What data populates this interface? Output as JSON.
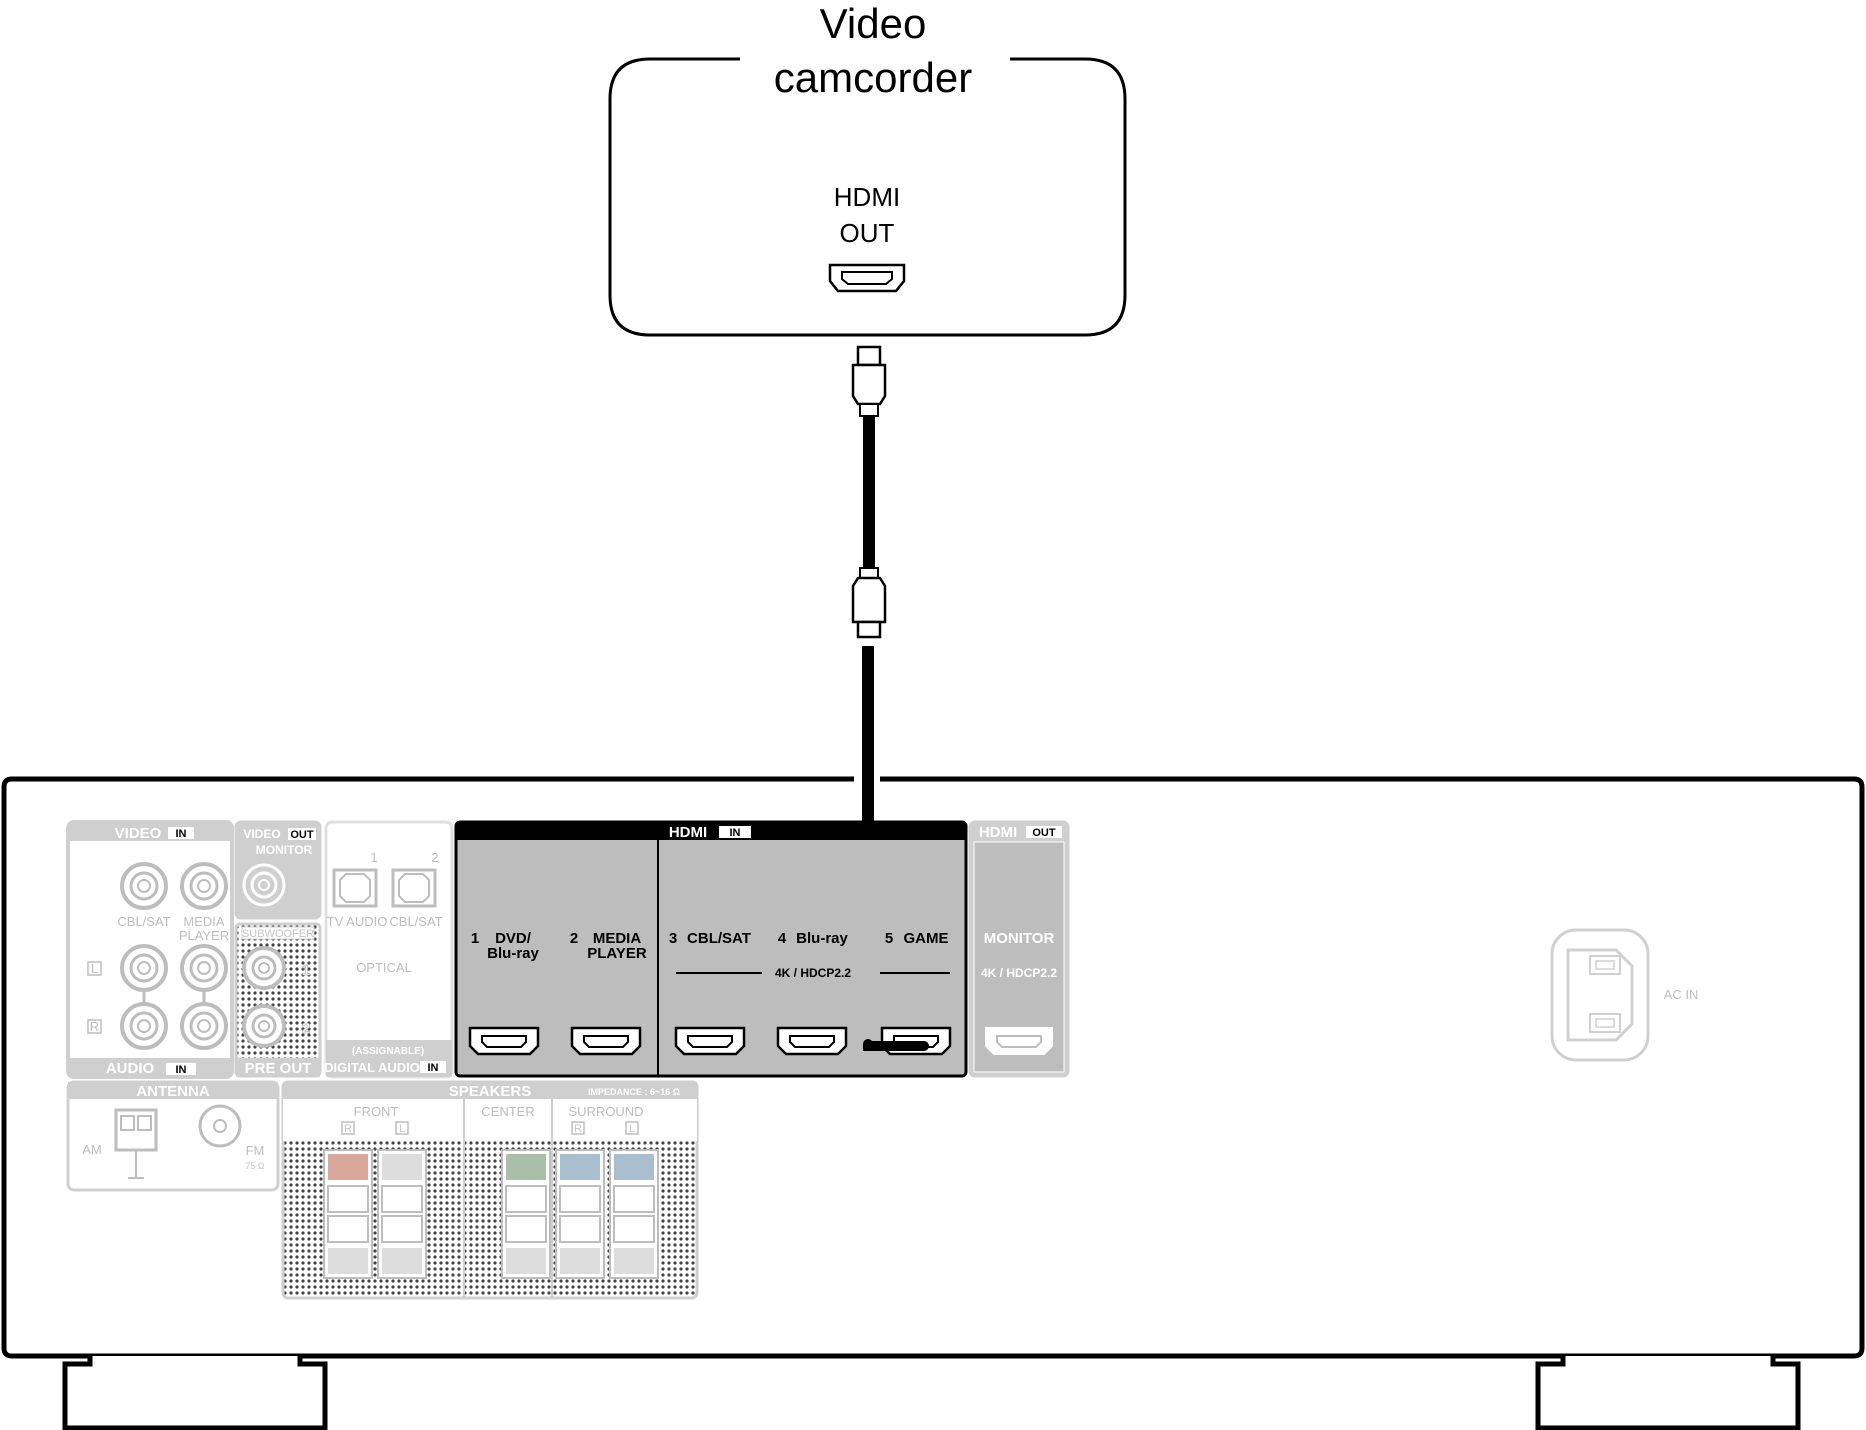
{
  "camcorder": {
    "title_line1": "Video",
    "title_line2": "camcorder",
    "port_line1": "HDMI",
    "port_line2": "OUT"
  },
  "receiver": {
    "video_in": {
      "title": "VIDEO",
      "tag": "IN",
      "jack1": "CBL/SAT",
      "jack2_l1": "MEDIA",
      "jack2_l2": "PLAYER"
    },
    "audio_in": {
      "title": "AUDIO",
      "tag": "IN",
      "left": "L",
      "right": "R"
    },
    "video_out": {
      "title": "VIDEO",
      "tag": "OUT",
      "monitor": "MONITOR"
    },
    "pre_out": {
      "subwoofer": "SUBWOOFER",
      "one": "1",
      "two": "2",
      "title": "PRE OUT"
    },
    "digital_audio": {
      "num1": "1",
      "num2": "2",
      "tv_audio": "TV AUDIO",
      "cbl_sat": "CBL/SAT",
      "optical": "OPTICAL",
      "assignable": "(ASSIGNABLE)",
      "title": "DIGITAL AUDIO",
      "tag": "IN"
    },
    "hdmi_in": {
      "title": "HDMI",
      "tag": "IN",
      "ports": [
        {
          "num": "1",
          "line1": "DVD/",
          "line2": "Blu-ray"
        },
        {
          "num": "2",
          "line1": "MEDIA",
          "line2": "PLAYER"
        },
        {
          "num": "3",
          "line1": "CBL/SAT",
          "line2": ""
        },
        {
          "num": "4",
          "line1": "Blu-ray",
          "line2": ""
        },
        {
          "num": "5",
          "line1": "GAME",
          "line2": ""
        }
      ],
      "spec": "4K / HDCP2.2"
    },
    "hdmi_out": {
      "title": "HDMI",
      "tag": "OUT",
      "monitor": "MONITOR",
      "spec": "4K / HDCP2.2"
    },
    "antenna": {
      "title": "ANTENNA",
      "am": "AM",
      "fm": "FM",
      "ohm": "75 Ω"
    },
    "speakers": {
      "title": "SPEAKERS",
      "impedance": "IMPEDANCE : 6~16 Ω",
      "front": "FRONT",
      "center": "CENTER",
      "surround": "SURROUND",
      "r": "R",
      "l": "L"
    },
    "ac_in": "AC IN"
  },
  "colors": {
    "outline": "#000000",
    "panel_grey": "#bdbdbd",
    "panel_light": "#d9d9d9",
    "terminal_red": "#d9a79c",
    "terminal_green": "#a9bfa9",
    "terminal_blue": "#a9bfcf"
  }
}
